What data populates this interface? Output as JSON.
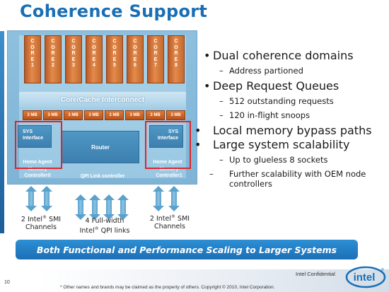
{
  "slide": {
    "title": "Coherence Support",
    "page_number": "10",
    "confidential": "Intel Confidential",
    "disclaimer": "* Other names and brands may be claimed as the property of others.    Copyright © 2010, Intel Corporation.",
    "logo_text": "intel",
    "logo_mark": "®",
    "accent_color": "#1a6fb4",
    "highlight_color": "#e0242b"
  },
  "diagram": {
    "cores": [
      {
        "letters": [
          "C",
          "O",
          "R",
          "E",
          "1"
        ]
      },
      {
        "letters": [
          "C",
          "O",
          "R",
          "E",
          "2"
        ]
      },
      {
        "letters": [
          "C",
          "O",
          "R",
          "E",
          "3"
        ]
      },
      {
        "letters": [
          "C",
          "O",
          "R",
          "E",
          "4"
        ]
      },
      {
        "letters": [
          "C",
          "O",
          "R",
          "E",
          "5"
        ]
      },
      {
        "letters": [
          "C",
          "O",
          "R",
          "E",
          "6"
        ]
      },
      {
        "letters": [
          "C",
          "O",
          "R",
          "E",
          "7"
        ]
      },
      {
        "letters": [
          "C",
          "O",
          "R",
          "E",
          "8"
        ]
      }
    ],
    "interconnect": "Core/Cache Interconnect",
    "caches": [
      "3 MB",
      "3 MB",
      "3 MB",
      "3 MB",
      "3 MB",
      "3 MB",
      "3 MB",
      "3 MB"
    ],
    "sys_left": {
      "line1": "SYS",
      "line2": "Interface"
    },
    "sys_right": {
      "line1": "SYS",
      "line2": "Interface"
    },
    "router": "Router",
    "home_left": "Home Agent",
    "home_right": "Home Agent",
    "mem_left": {
      "line1": "Memory",
      "line2": "Controller0"
    },
    "mem_right": {
      "line1": "Memory",
      "line2": "Controller1"
    },
    "qpi": "QPI Link controller",
    "cap_smi_left": {
      "line1": "2 Intel",
      "sup": "®",
      "line1b": " SMI",
      "line2": "Channels"
    },
    "cap_qpi": {
      "line1": "4 Full-width",
      "line2a": "Intel",
      "sup": "®",
      "line2b": " QPI links"
    },
    "cap_smi_right": {
      "line1": "2 Intel",
      "sup": "®",
      "line1b": " SMI",
      "line2": "Channels"
    }
  },
  "bullets": [
    {
      "text": "Dual coherence domains",
      "subs": [
        "Address partioned"
      ]
    },
    {
      "text": "Deep Request Queues",
      "subs": [
        "512 outstanding requests",
        "120 in-flight snoops"
      ]
    },
    {
      "text": "Local memory bypass paths",
      "subs": []
    },
    {
      "text": "Large system scalability",
      "subs": [
        "Up to glueless 8 sockets",
        "Further scalability with OEM node controllers"
      ]
    }
  ],
  "bullet_glyph": "•",
  "dash_glyph": "–",
  "banner": "Both Functional and Performance Scaling to Larger Systems"
}
